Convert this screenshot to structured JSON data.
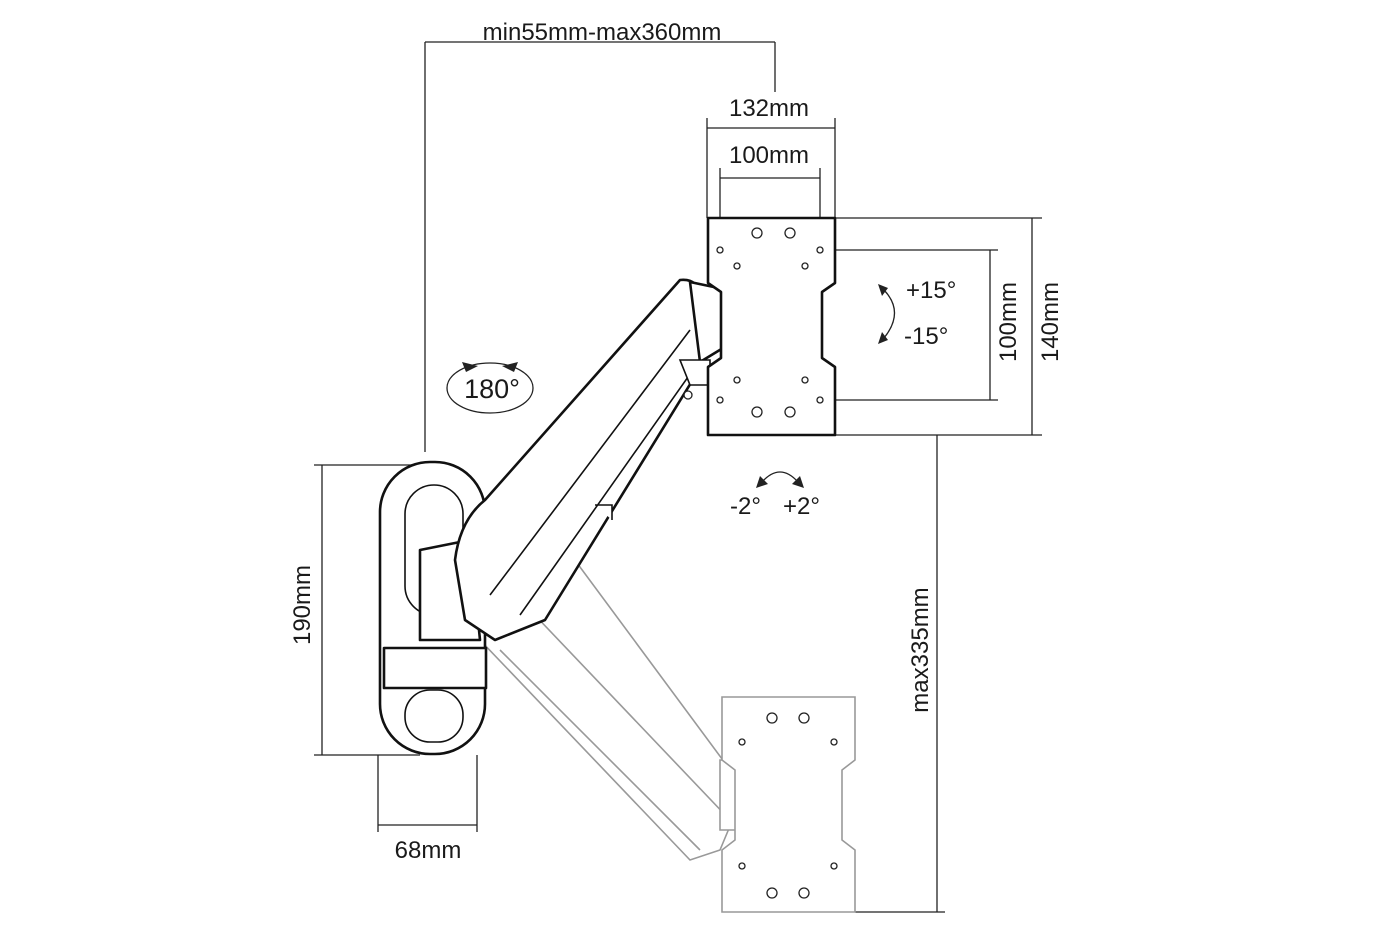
{
  "dimensions": {
    "arm_reach": "min55mm-max360mm",
    "plate_width_outer": "132mm",
    "plate_width_vesa": "100mm",
    "plate_height_vesa": "100mm",
    "plate_height_outer": "140mm",
    "wall_plate_height": "190mm",
    "wall_plate_width": "68mm",
    "max_height_adjust": "max335mm"
  },
  "rotation": {
    "swivel": "180°",
    "tilt_up": "+15°",
    "tilt_down": "-15°",
    "rotate_left": "-2°",
    "rotate_right": "+2°"
  }
}
